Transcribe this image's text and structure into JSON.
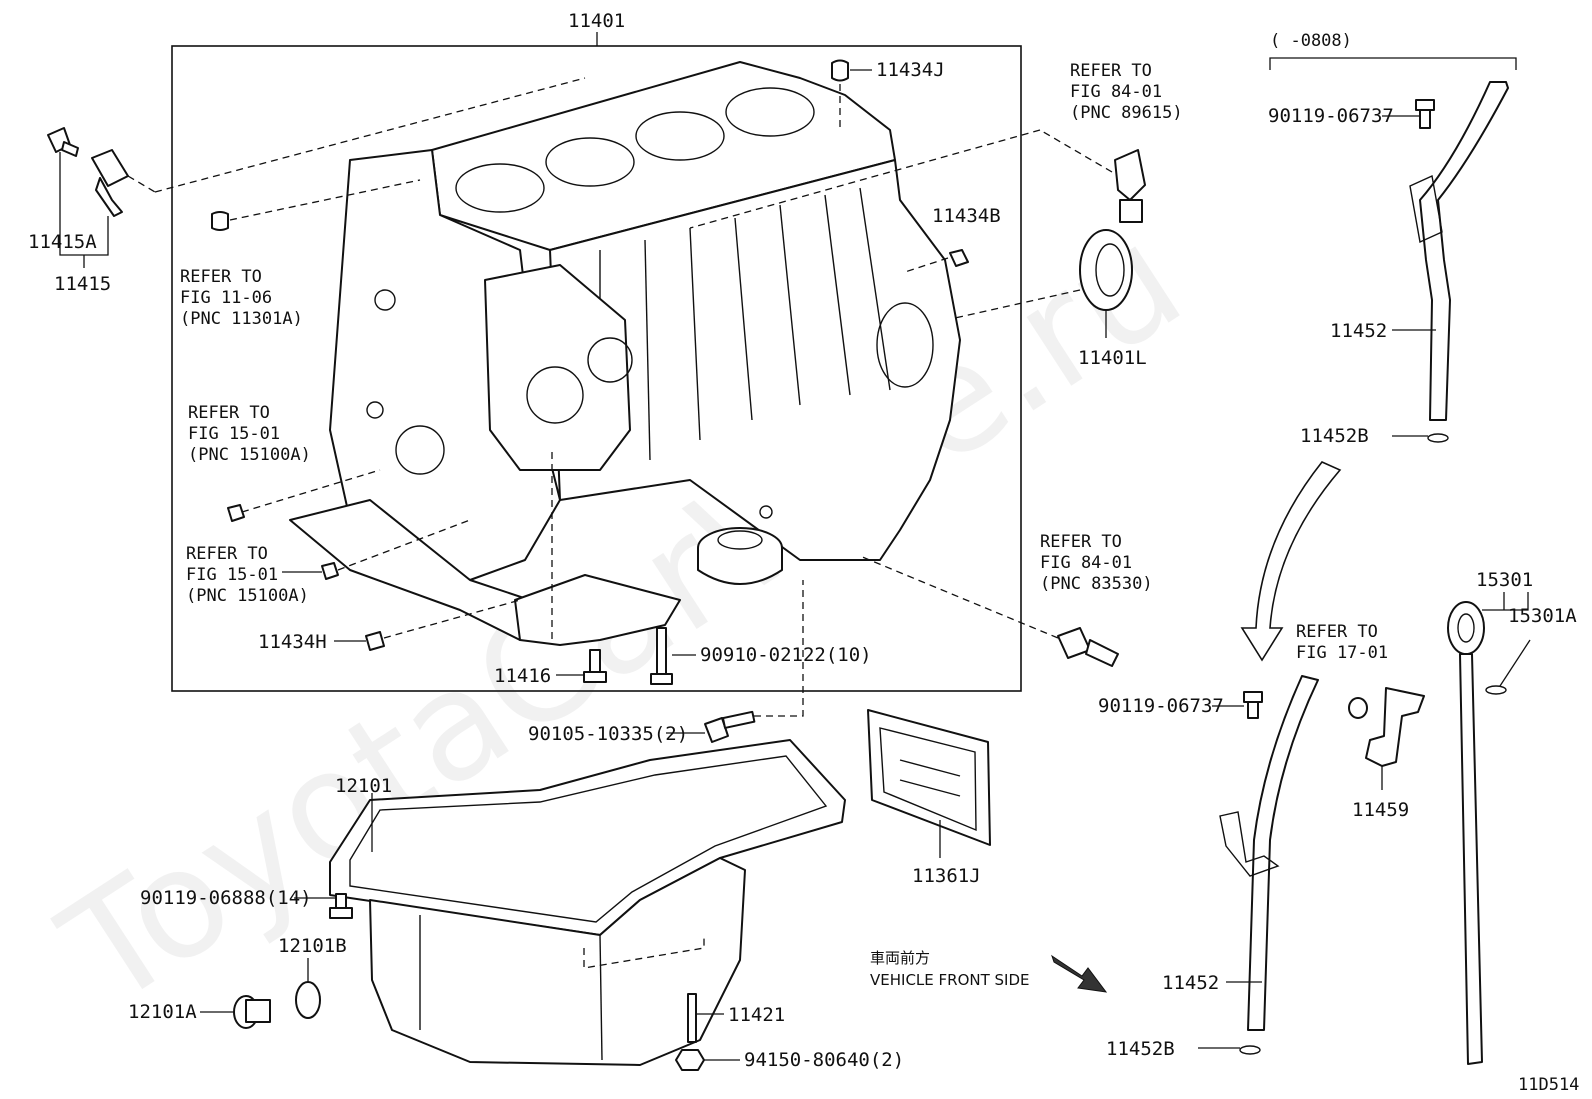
{
  "watermark": "ToyotaCarWire.ru",
  "figure_code": "11D514",
  "front_side": {
    "jp": "車両前方",
    "en": "VEHICLE FRONT SIDE"
  },
  "date_range": "(      -0808)",
  "labels": {
    "p11401": "11401",
    "p11434J": "11434J",
    "p11434B": "11434B",
    "p11401L": "11401L",
    "p11415A": "11415A",
    "p11415": "11415",
    "p11434H": "11434H",
    "p11416": "11416",
    "p90910_02122": "90910-02122(10)",
    "p90105_10335": "90105-10335(2)",
    "p12101": "12101",
    "p90119_06888": "90119-06888(14)",
    "p12101B": "12101B",
    "p12101A": "12101A",
    "p11421": "11421",
    "p94150_80640": "94150-80640(2)",
    "p11361J": "11361J",
    "p90119_06737_top": "90119-06737",
    "p11452_top": "11452",
    "p11452B_top": "11452B",
    "p90119_06737_bot": "90119-06737",
    "p11452_bot": "11452",
    "p11452B_bot": "11452B",
    "p15301": "15301",
    "p15301A": "15301A",
    "p11459": "11459"
  },
  "refs": {
    "fig11_06": [
      "REFER TO",
      "FIG 11-06",
      "(PNC 11301A)"
    ],
    "fig15_01_a": [
      "REFER TO",
      "FIG 15-01",
      "(PNC 15100A)"
    ],
    "fig15_01_b": [
      "REFER TO",
      "FIG 15-01",
      "(PNC 15100A)"
    ],
    "fig84_01_a": [
      "REFER TO",
      "FIG 84-01",
      "(PNC 89615)"
    ],
    "fig84_01_b": [
      "REFER TO",
      "FIG 84-01",
      "(PNC 83530)"
    ],
    "fig17_01": [
      "REFER TO",
      "FIG 17-01"
    ]
  }
}
